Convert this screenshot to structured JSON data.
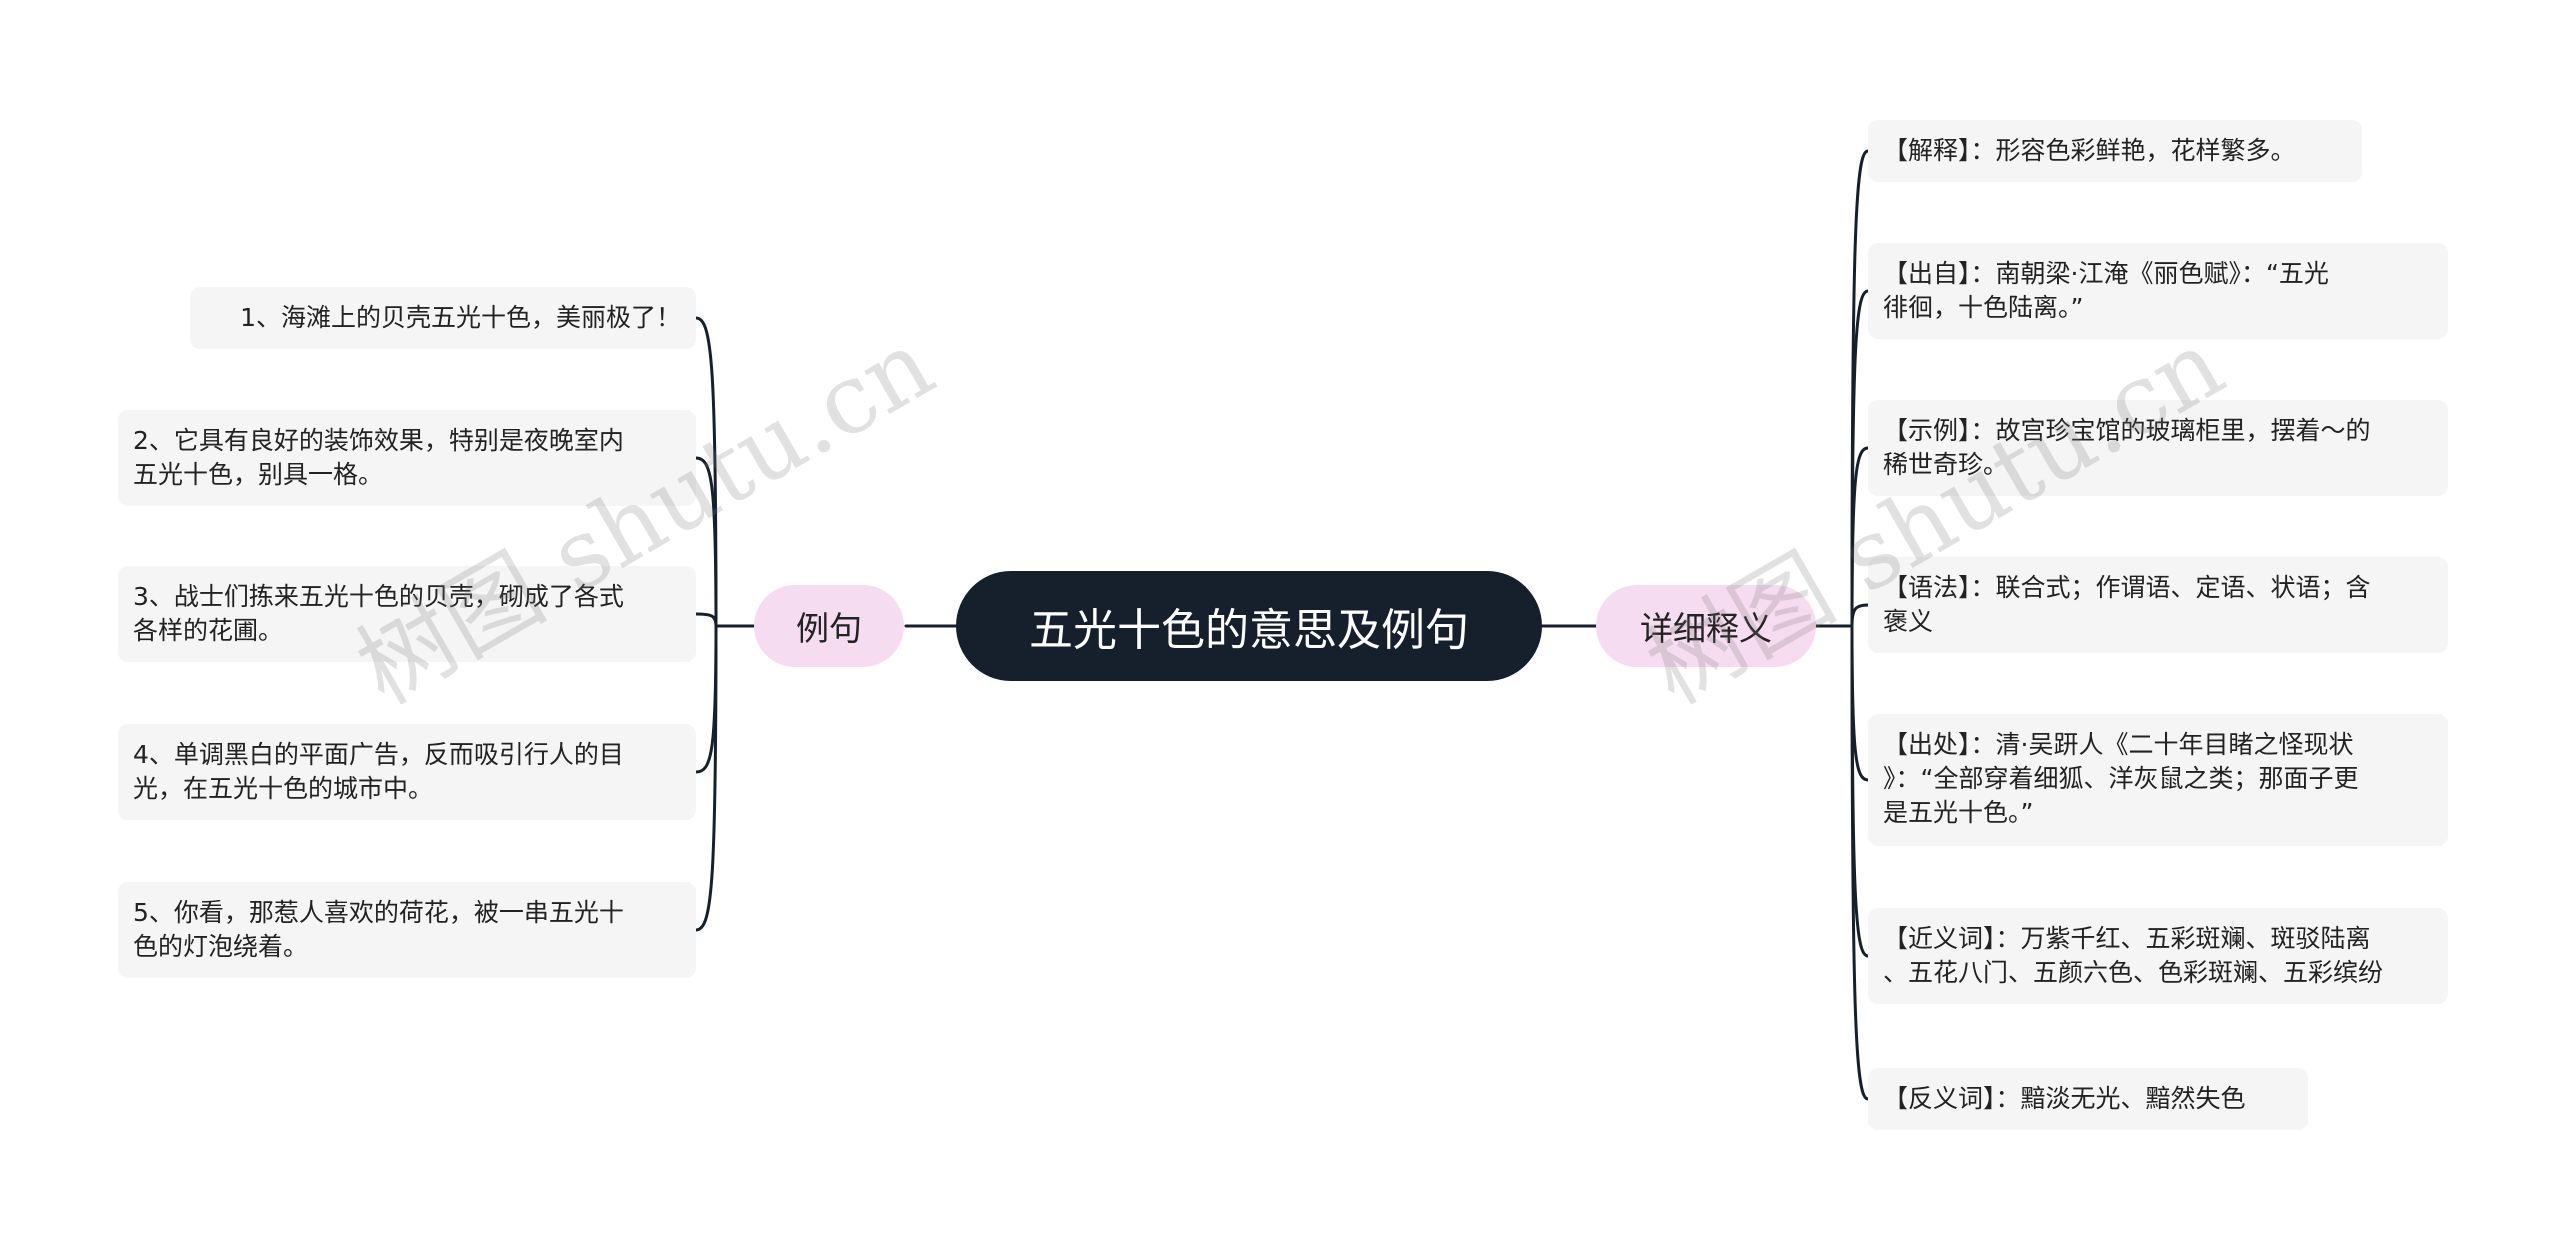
{
  "central": {
    "label": "五光十色的意思及例句"
  },
  "branches": {
    "left": {
      "label": "例句",
      "items": [
        "1、海滩上的贝壳五光十色，美丽极了！",
        "2、它具有良好的装饰效果，特别是夜晚室内\n五光十色，别具一格。",
        "3、战士们拣来五光十色的贝壳，砌成了各式\n各样的花圃。",
        "4、单调黑白的平面广告，反而吸引行人的目\n光，在五光十色的城市中。",
        "5、你看，那惹人喜欢的荷花，被一串五光十\n色的灯泡绕着。"
      ]
    },
    "right": {
      "label": "详细释义",
      "items": [
        "【解释】：形容色彩鲜艳，花样繁多。",
        "【出自】：南朝梁·江淹《丽色赋》：“五光\n徘徊，十色陆离。”",
        "【示例】：故宫珍宝馆的玻璃柜里，摆着～的\n稀世奇珍。",
        "【语法】：联合式；作谓语、定语、状语；含\n褒义",
        "【出处】：清·吴趼人《二十年目睹之怪现状\n》：“全部穿着细狐、洋灰鼠之类；那面子更\n是五光十色。”",
        "【近义词】：万紫千红、五彩斑斓、斑驳陆离\n、五花八门、五颜六色、色彩斑斓、五彩缤纷",
        "【反义词】：黯淡无光、黯然失色"
      ]
    }
  },
  "watermarks": [
    "树图 shutu.cn",
    "树图 shutu.cn"
  ],
  "colors": {
    "central_bg": "#16202d",
    "branch_bg": "#f6dcf0",
    "leaf_bg": "#f5f5f5",
    "line": "#16202d"
  }
}
